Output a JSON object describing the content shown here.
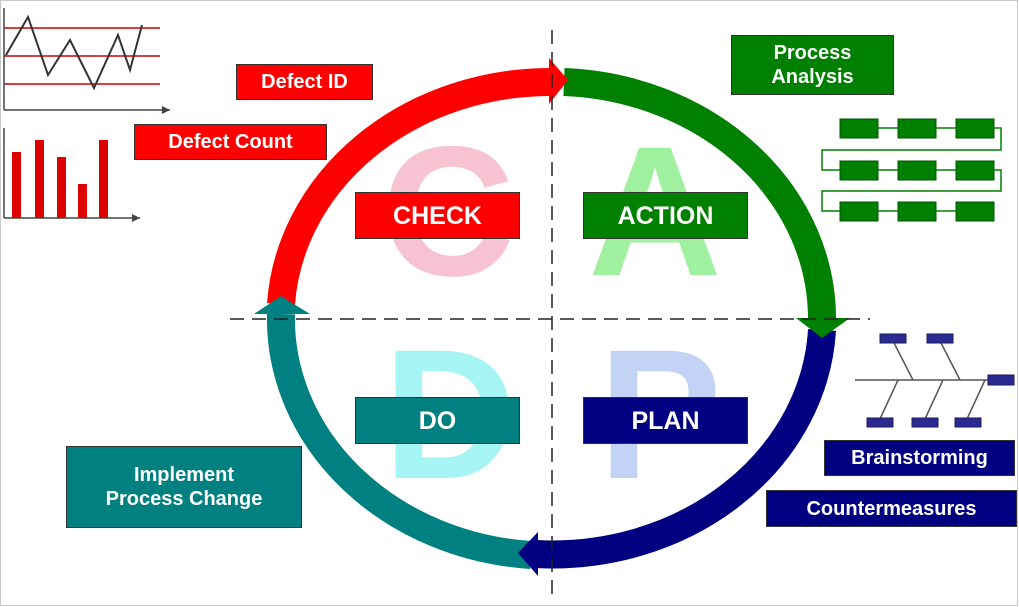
{
  "quadrants": {
    "check": {
      "label": "CHECK",
      "letter": "C"
    },
    "action": {
      "label": "ACTION",
      "letter": "A"
    },
    "do": {
      "label": "DO",
      "letter": "D"
    },
    "plan": {
      "label": "PLAN",
      "letter": "P"
    }
  },
  "labels": {
    "defect_id": "Defect ID",
    "defect_count": "Defect Count",
    "process_analysis": "Process\nAnalysis",
    "implement_change": "Implement\nProcess Change",
    "brainstorming": "Brainstorming",
    "countermeasures": "Countermeasures"
  },
  "colors": {
    "check": "#ff0000",
    "action": "#008000",
    "plan": "#000080",
    "do": "#008080",
    "check_letter": "#f7c3d3",
    "action_letter": "#9ff09f",
    "plan_letter": "#c3d3f6",
    "do_letter": "#a6f4f4"
  }
}
